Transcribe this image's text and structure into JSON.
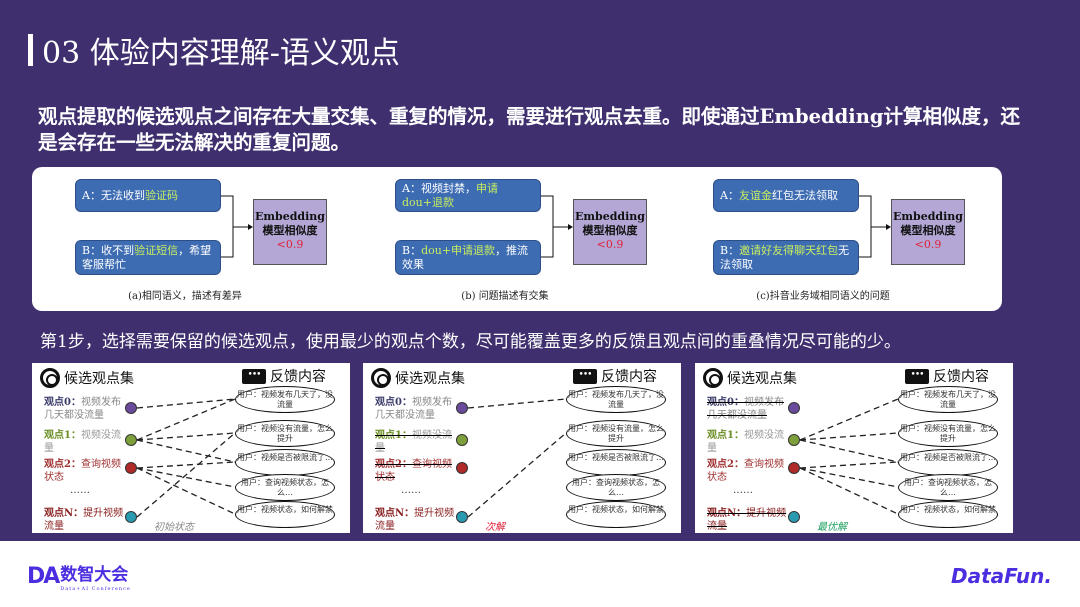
{
  "header": {
    "title": "03 体验内容理解-语义观点"
  },
  "intro": "观点提取的候选观点之间存在大量交集、重复的情况，需要进行观点去重。即使通过Embedding计算相似度，还是会存在一些无法解决的重复问题。",
  "examples": [
    {
      "a": [
        {
          "t": "A：无法收到"
        },
        {
          "t": "验证码",
          "hl": true
        }
      ],
      "b": [
        {
          "t": "B：收不到"
        },
        {
          "t": "验证短信",
          "hl": true
        },
        {
          "t": "，希望客服帮忙"
        }
      ],
      "emb_line1": "Embedding",
      "emb_line2": "模型相似度",
      "threshold": "<0.9",
      "caption": "(a)相同语义，描述有差异"
    },
    {
      "a": [
        {
          "t": "A：视频封禁，"
        },
        {
          "t": "申请dou+退款",
          "hl": true
        }
      ],
      "b": [
        {
          "t": "B："
        },
        {
          "t": "dou+申请退款",
          "hl": true
        },
        {
          "t": "，推流效果"
        }
      ],
      "emb_line1": "Embedding",
      "emb_line2": "模型相似度",
      "threshold": "<0.9",
      "caption": "(b) 问题描述有交集"
    },
    {
      "a": [
        {
          "t": "A："
        },
        {
          "t": "友谊金",
          "hl": true
        },
        {
          "t": "红包无法领取"
        }
      ],
      "b": [
        {
          "t": "B："
        },
        {
          "t": "邀请好友得聊天红包",
          "hl": true
        },
        {
          "t": "无法领取"
        }
      ],
      "emb_line1": "Embedding",
      "emb_line2": "模型相似度",
      "threshold": "<0.9",
      "caption": "(c)抖音业务域相同语义的问题"
    }
  ],
  "step": "第1步，选择需要保留的候选观点，使用最少的观点个数，尽可能覆盖更多的反馈且观点间的重叠情况尽可能的少。",
  "colors": {
    "bg": "#3f2f6e",
    "box": "#3d6cb3",
    "highlight": "#c9ee5e",
    "emb": "#b4a7d6",
    "threshold": "#e0203a"
  },
  "panels": [
    {
      "candidates_title": "候选观点集",
      "feedback_title": "反馈内容",
      "ellipsis": "……",
      "state": "初始状态",
      "state_color": "#8a8a8a",
      "struck": [],
      "links": [
        [
          0,
          0
        ],
        [
          1,
          0
        ],
        [
          1,
          1
        ],
        [
          1,
          2
        ],
        [
          2,
          2
        ],
        [
          2,
          3
        ],
        [
          2,
          4
        ],
        [
          3,
          1
        ]
      ]
    },
    {
      "candidates_title": "候选观点集",
      "feedback_title": "反馈内容",
      "ellipsis": "……",
      "state": "次解",
      "state_color": "#e0203a",
      "struck": [
        1,
        2
      ],
      "links": [
        [
          0,
          0
        ],
        [
          3,
          1
        ]
      ]
    },
    {
      "candidates_title": "候选观点集",
      "feedback_title": "反馈内容",
      "ellipsis": "……",
      "state": "最优解",
      "state_color": "#1fa060",
      "struck": [
        0,
        3
      ],
      "links": [
        [
          1,
          0
        ],
        [
          1,
          1
        ],
        [
          1,
          2
        ],
        [
          2,
          2
        ],
        [
          2,
          3
        ],
        [
          2,
          4
        ]
      ]
    }
  ],
  "viewpoints": [
    {
      "label": "观点0：",
      "text": "视频发布几天都没流量",
      "label_color": "#3a3a6a",
      "text_color": "#888",
      "dot": "#6a4a9a"
    },
    {
      "label": "观点1：",
      "text": "视频没流量",
      "label_color": "#6b8e23",
      "text_color": "#999",
      "dot": "#7ea03a"
    },
    {
      "label": "观点2：",
      "text": "查询视频状态",
      "label_color": "#a03030",
      "text_color": "#a03030",
      "dot": "#b02a2a"
    },
    {
      "label": "观点N：",
      "text": "提升视频流量",
      "label_color": "#8a2020",
      "text_color": "#8a2020",
      "dot": "#2a9ab0"
    }
  ],
  "feedback": [
    "用户：视频发布几天了，没流量",
    "用户：视频没有流量，怎么提升",
    "用户：视频是否被限流了…",
    "用户：查询视频状态，怎么…",
    "用户：视频状态，如何解禁"
  ],
  "footer": {
    "logo_da": "DA",
    "logo_cn": "数智大会",
    "logo_en": "Data+AI Conference",
    "brand": "DataFun."
  }
}
